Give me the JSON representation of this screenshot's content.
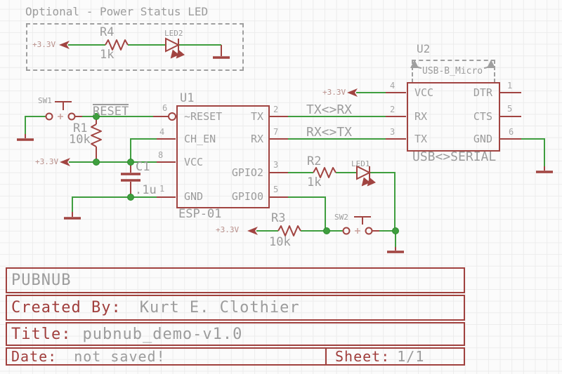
{
  "colors": {
    "symbol_red": "#a14441",
    "net_green": "#3f9e3f",
    "text_gray": "#9c9c9c",
    "supply_text_faded_red": "#b9908b",
    "title_block_red": "#a03e3c",
    "grid_gray": "#ececec"
  },
  "annotations": {
    "optional_note": "Optional - Power Status LED",
    "supply_3v3": "+3.3V"
  },
  "components": {
    "r4": {
      "ref": "R4",
      "value": "1k"
    },
    "led2": {
      "ref": "LED2"
    },
    "sw1": {
      "ref": "SW1"
    },
    "r1": {
      "ref": "R1",
      "value": "10k"
    },
    "c1": {
      "ref": "C1",
      "value": ".1u"
    },
    "r2": {
      "ref": "R2",
      "value": "1k"
    },
    "led1": {
      "ref": "LED1"
    },
    "r3": {
      "ref": "R3",
      "value": "10k"
    },
    "sw2": {
      "ref": "SW2"
    }
  },
  "nets": {
    "reset": "RESET",
    "tx_rx": "TX<>RX",
    "rx_tx": "RX<>TX"
  },
  "u1": {
    "ref": "U1",
    "part": "ESP-01",
    "left_pins": [
      {
        "num": "6",
        "name": "~RESET"
      },
      {
        "num": "4",
        "name": "CH_EN"
      },
      {
        "num": "8",
        "name": "VCC"
      },
      {
        "num": "1",
        "name": "GND"
      }
    ],
    "right_pins": [
      {
        "num": "2",
        "name": "TX"
      },
      {
        "num": "7",
        "name": "RX"
      },
      {
        "num": "3",
        "name": "GPIO2"
      },
      {
        "num": "5",
        "name": "GPIO0"
      }
    ]
  },
  "u2": {
    "ref": "U2",
    "package": "USB-B_Micro",
    "caption": "USB<>SERIAL",
    "left_pins": [
      {
        "num": "4",
        "name": "VCC"
      },
      {
        "num": "2",
        "name": "RX"
      },
      {
        "num": "3",
        "name": "TX"
      }
    ],
    "right_pins": [
      {
        "num": "1",
        "name": "DTR"
      },
      {
        "num": "5",
        "name": "CTS"
      },
      {
        "num": "6",
        "name": "GND"
      }
    ]
  },
  "title_block": {
    "company": "PUBNUB",
    "created_by_label": "Created By:",
    "created_by": "Kurt E. Clothier",
    "title_label": "Title:",
    "title": "pubnub_demo-v1.0",
    "date_label": "Date:",
    "date": "not saved!",
    "sheet_label": "Sheet:",
    "sheet": "1/1"
  }
}
